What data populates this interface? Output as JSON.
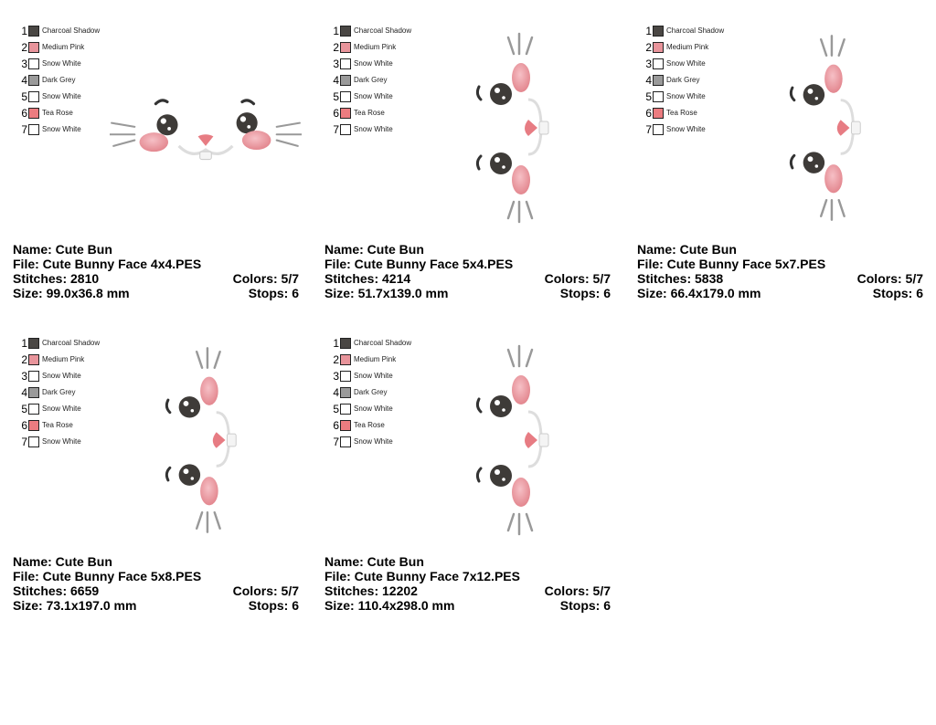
{
  "threads": [
    {
      "num": "1",
      "name": "Charcoal Shadow",
      "color": "#4a4744"
    },
    {
      "num": "2",
      "name": "Medium Pink",
      "color": "#e8949b"
    },
    {
      "num": "3",
      "name": "Snow White",
      "color": "#ffffff"
    },
    {
      "num": "4",
      "name": "Dark Grey",
      "color": "#9a9a9a"
    },
    {
      "num": "5",
      "name": "Snow White",
      "color": "#ffffff"
    },
    {
      "num": "6",
      "name": "Tea Rose",
      "color": "#ec7c80"
    },
    {
      "num": "7",
      "name": "Snow White",
      "color": "#ffffff"
    }
  ],
  "designs": [
    {
      "name": "Name: Cute Bun",
      "file": "File: Cute Bunny Face 4x4.PES",
      "stitches": "Stitches: 2810",
      "size": "Size: 99.0x36.8 mm",
      "colors": "Colors: 5/7",
      "stops": "Stops: 6"
    },
    {
      "name": "Name: Cute Bun",
      "file": "File: Cute Bunny Face 5x4.PES",
      "stitches": "Stitches: 4214",
      "size": "Size: 51.7x139.0 mm",
      "colors": "Colors: 5/7",
      "stops": "Stops: 6"
    },
    {
      "name": "Name: Cute Bun",
      "file": "File: Cute Bunny Face 5x7.PES",
      "stitches": "Stitches: 5838",
      "size": "Size: 66.4x179.0 mm",
      "colors": "Colors: 5/7",
      "stops": "Stops: 6"
    },
    {
      "name": "Name: Cute Bun",
      "file": "File: Cute Bunny Face 5x8.PES",
      "stitches": "Stitches: 6659",
      "size": "Size: 73.1x197.0 mm",
      "colors": "Colors: 5/7",
      "stops": "Stops: 6"
    },
    {
      "name": "Name: Cute Bun",
      "file": "File: Cute Bunny Face 7x12.PES",
      "stitches": "Stitches: 12202",
      "size": "Size: 110.4x298.0 mm",
      "colors": "Colors: 5/7",
      "stops": "Stops: 6"
    }
  ],
  "icons": {
    "design_art": "bunny-face-icon"
  }
}
